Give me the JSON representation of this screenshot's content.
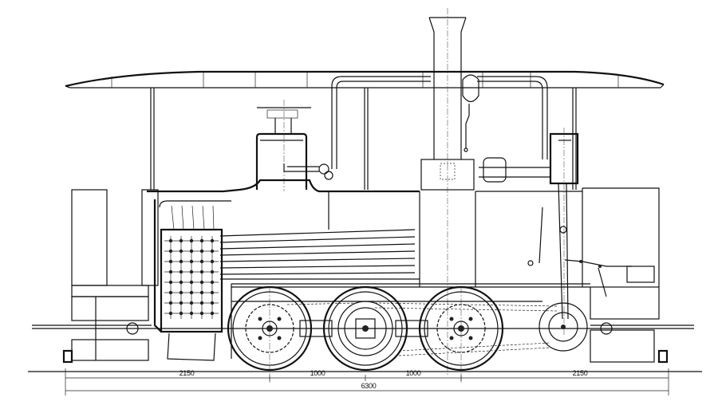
{
  "drawing": {
    "subject": "Steam tram locomotive, side elevation / section",
    "colors": {
      "line": "#111111",
      "background": "#ffffff"
    }
  },
  "dimensions": {
    "rear_overhang": "2150",
    "wheelbase_1": "1000",
    "wheelbase_2": "1000",
    "front_overhang": "2150",
    "overall_length": "6300"
  }
}
